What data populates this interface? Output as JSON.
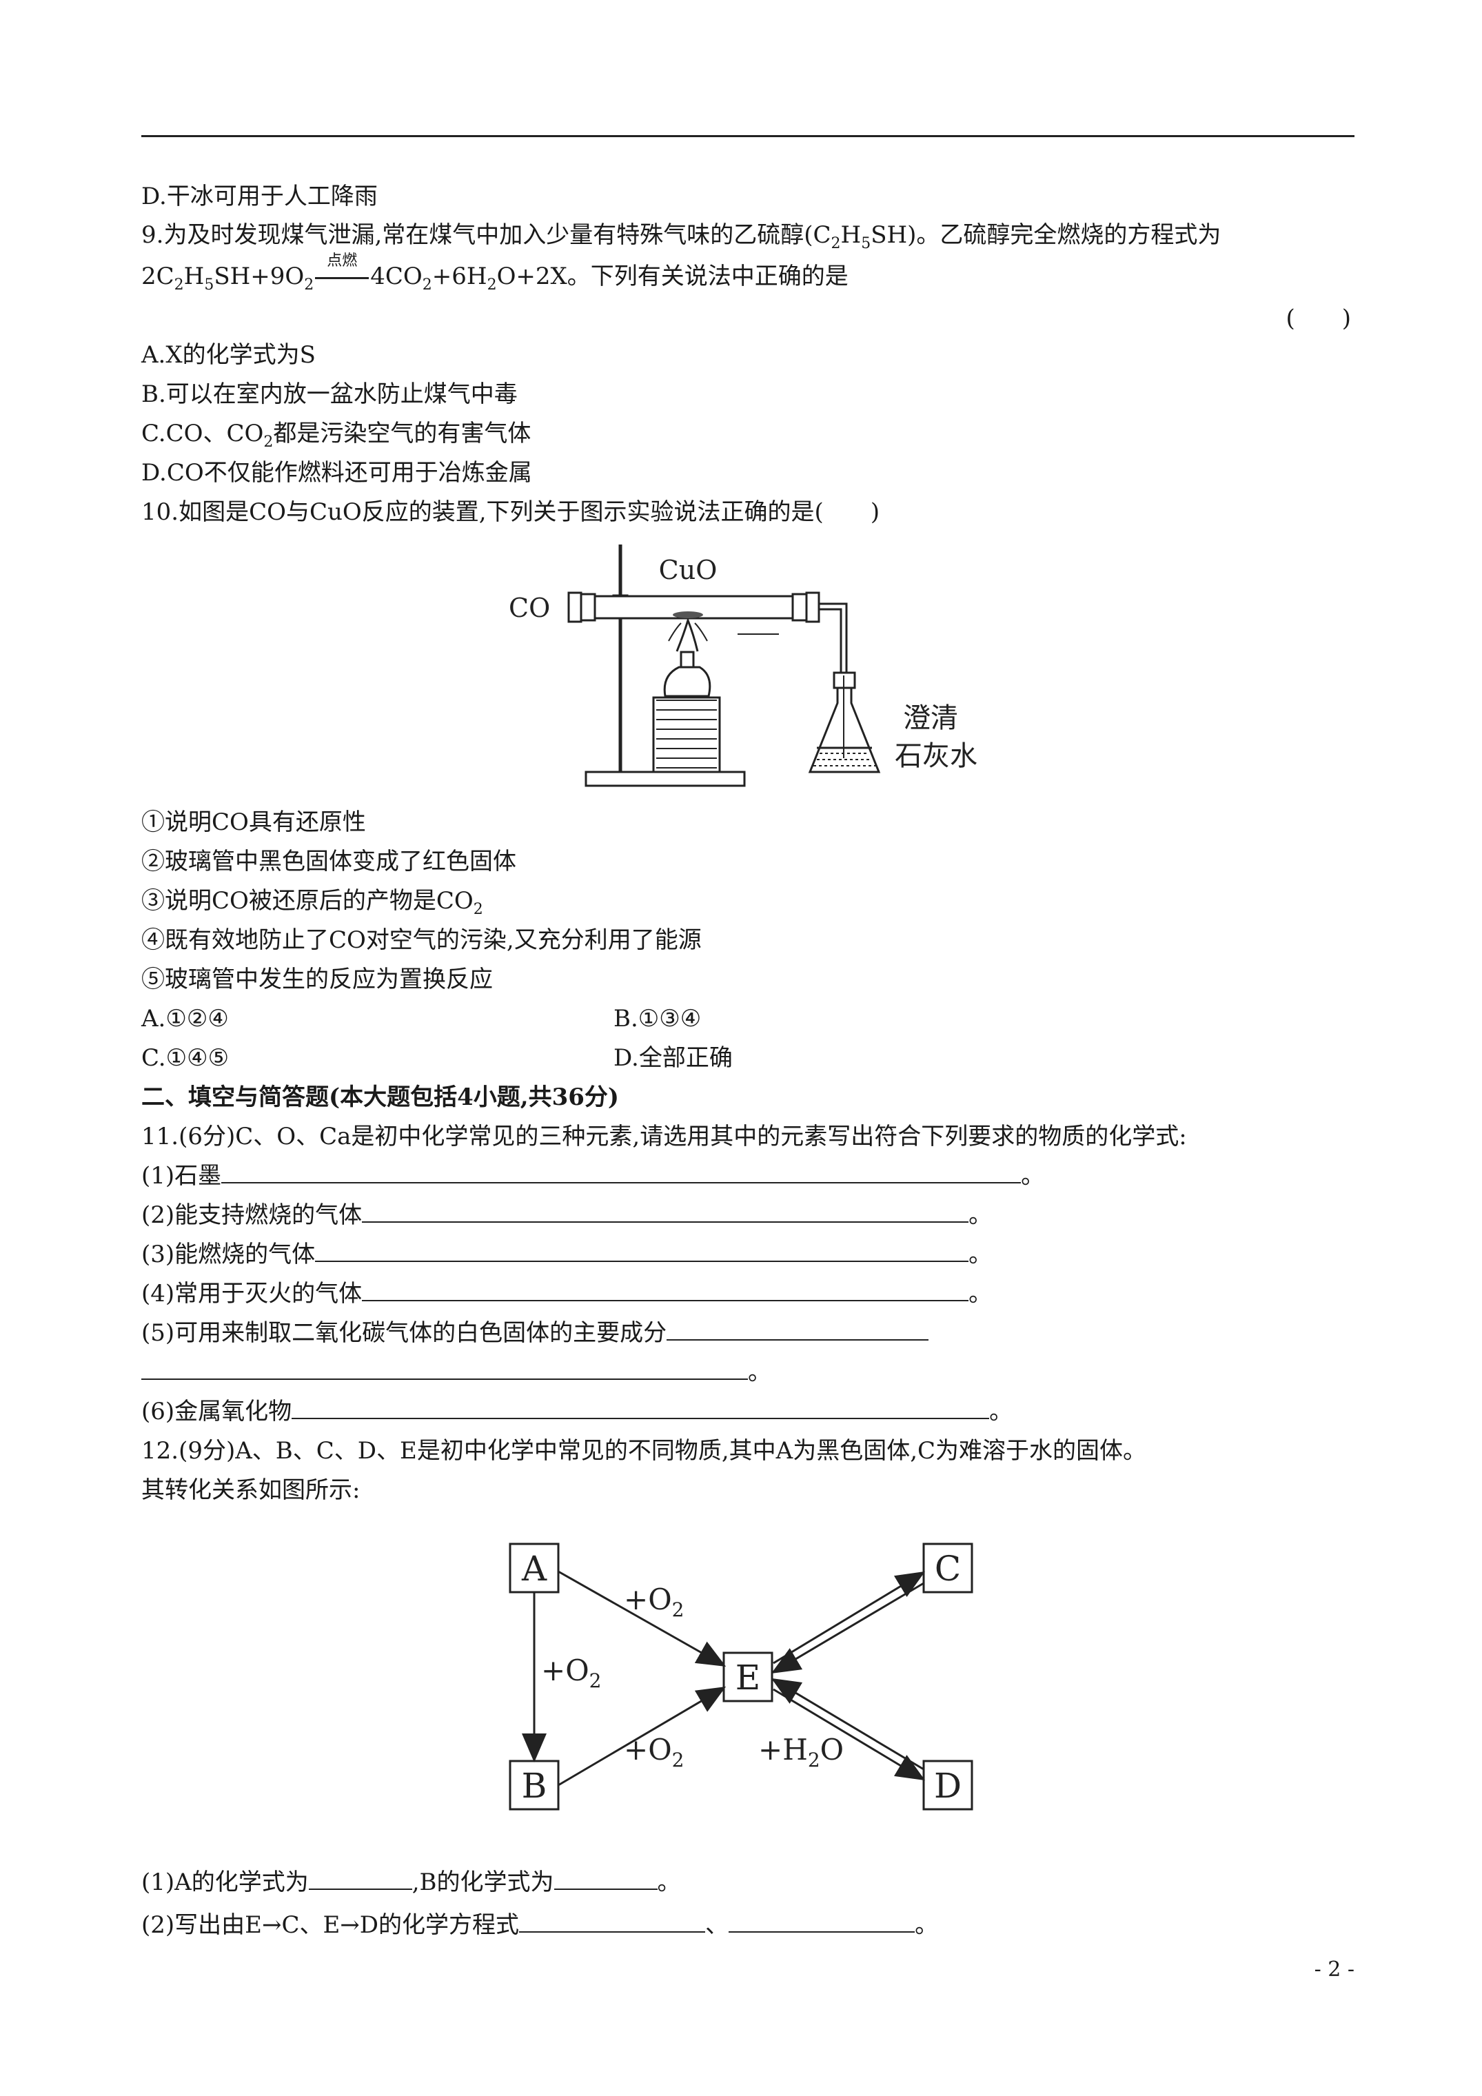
{
  "q8_d": "D.干冰可用于人工降雨",
  "q9": {
    "stem_1": "9.为及时发现煤气泄漏,常在煤气中加入少量有特殊气味的乙硫醇(C",
    "stem_1_s1": "2",
    "stem_1_m": "H",
    "stem_1_s2": "5",
    "stem_1_end": "SH)。乙硫醇完全燃烧的方程式为",
    "eq_a": "2C",
    "eq_s1": "2",
    "eq_b": "H",
    "eq_s2": "5",
    "eq_c": "SH+9O",
    "eq_s3": "2",
    "eq_cond": "点燃",
    "eq_d": "4CO",
    "eq_s4": "2",
    "eq_e": "+6H",
    "eq_s5": "2",
    "eq_f": "O+2X。下列有关说法中正确的是",
    "paren": "(　　)",
    "a": "A.X的化学式为S",
    "b": "B.可以在室内放一盆水防止煤气中毒",
    "c_pre": "C.CO、CO",
    "c_sub": "2",
    "c_post": "都是污染空气的有害气体",
    "d": "D.CO不仅能作燃料还可用于冶炼金属"
  },
  "q10": {
    "stem": "10.如图是CO与CuO反应的装置,下列关于图示实验说法正确的是(　　)",
    "fig_cuo": "CuO",
    "fig_co": "CO",
    "fig_lime1": "澄清",
    "fig_lime2": "石灰水",
    "s1": "①说明CO具有还原性",
    "s2": "②玻璃管中黑色固体变成了红色固体",
    "s3_pre": "③说明CO被还原后的产物是CO",
    "s3_sub": "2",
    "s4": "④既有效地防止了CO对空气的污染,又充分利用了能源",
    "s5": "⑤玻璃管中发生的反应为置换反应",
    "a": "A.①②④",
    "b": "B.①③④",
    "c": "C.①④⑤",
    "d": "D.全部正确"
  },
  "section2": "二、填空与简答题(本大题包括4小题,共36分)",
  "q11": {
    "stem": "11.(6分)C、O、Ca是初中化学常见的三种元素,请选用其中的元素写出符合下列要求的物质的化学式:",
    "i1": "(1)石墨",
    "i2": "(2)能支持燃烧的气体",
    "i3": "(3)能燃烧的气体",
    "i4": "(4)常用于灭火的气体",
    "i5": "(5)可用来制取二氧化碳气体的白色固体的主要成分",
    "i6": "(6)金属氧化物",
    "end": "。"
  },
  "q12": {
    "stem1": "12.(9分)A、B、C、D、E是初中化学中常见的不同物质,其中A为黑色固体,C为难溶于水的固体。",
    "stem2": "其转化关系如图所示:",
    "nodes": {
      "A": "A",
      "B": "B",
      "C": "C",
      "D": "D",
      "E": "E"
    },
    "o2": "+O",
    "o2_sub": "2",
    "h2o_a": "+H",
    "h2o_sub": "2",
    "h2o_b": "O",
    "p1_a": "(1)A的化学式为",
    "p1_b": ",B的化学式为",
    "p2": "(2)写出由E→C、E→D的化学方程式",
    "sep": "、",
    "end": "。"
  },
  "page_number": "- 2 -"
}
